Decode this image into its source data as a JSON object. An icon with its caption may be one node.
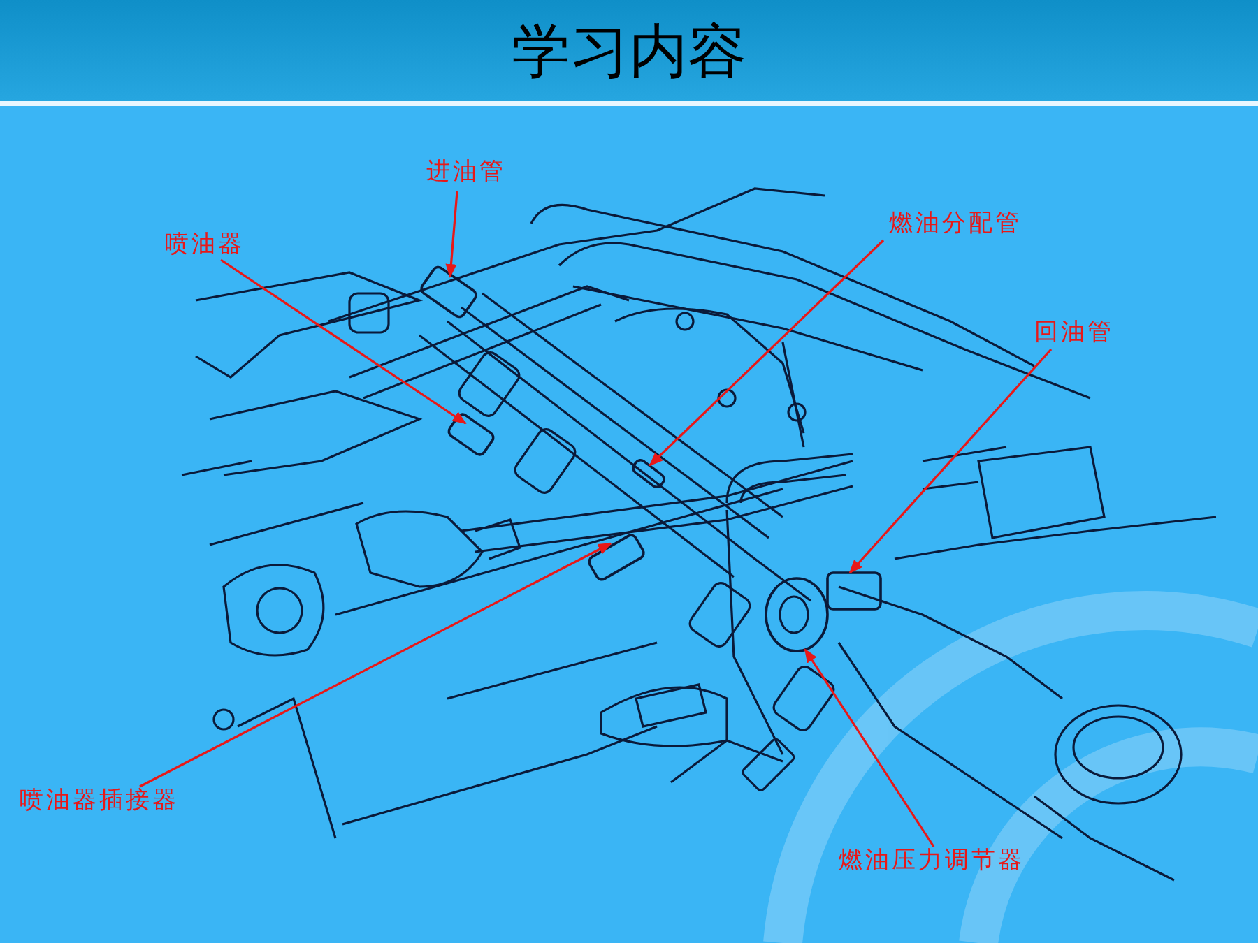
{
  "diagram": {
    "title": "学习内容",
    "nodes": [
      {
        "text": [
          "进油管"
        ]
      },
      {
        "text": [
          "喷油器"
        ]
      },
      {
        "text": [
          "燃油分配管"
        ]
      },
      {
        "text": [
          "回油管"
        ]
      },
      {
        "text": [
          "喷油器插接器"
        ]
      },
      {
        "text": [
          "燃油压力调节器"
        ]
      },
      {
        "text": [],
        "shape": "box"
      },
      {
        "text": [],
        "shape": "box"
      },
      {
        "text": [],
        "shape": "box"
      },
      {
        "text": [],
        "shape": "box"
      },
      {
        "text": [],
        "shape": "circle"
      },
      {
        "text": [],
        "shape": "box"
      }
    ],
    "edges": [
      {
        "from": 0,
        "to": 6,
        "arrow": "to"
      },
      {
        "from": 1,
        "to": 7,
        "arrow": "to"
      },
      {
        "from": 2,
        "to": 9,
        "arrow": "to"
      },
      {
        "from": 3,
        "to": 11,
        "arrow": "to"
      },
      {
        "from": 4,
        "to": 8,
        "arrow": "to"
      },
      {
        "from": 5,
        "to": 10,
        "arrow": "to"
      }
    ]
  }
}
